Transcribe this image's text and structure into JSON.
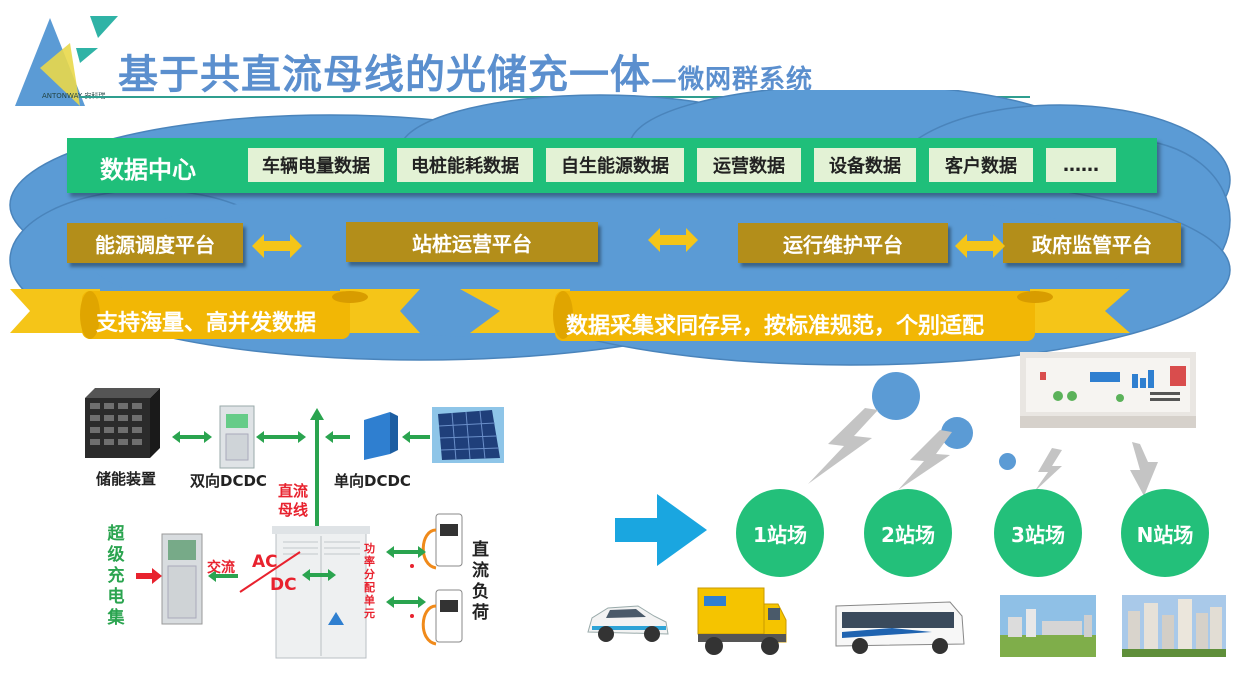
{
  "title": {
    "main": "基于共直流母线的光储充一体",
    "sub": "—微网群系统"
  },
  "logo": {
    "text": "ANTONWAY 安科瑞"
  },
  "data_center": {
    "label": "数据中心",
    "items": [
      "车辆电量数据",
      "电桩能耗数据",
      "自生能源数据",
      "运营数据",
      "设备数据",
      "客户数据",
      "……"
    ]
  },
  "platforms": [
    "能源调度平台",
    "站桩运营平台",
    "运行维护平台",
    "政府监管平台"
  ],
  "scrolls": [
    "支持海量、高并发数据",
    "数据采集求同存异，按标准规范，个别适配"
  ],
  "system": {
    "storage": "储能装置",
    "bi_dcdc": "双向DCDC",
    "uni_dcdc": "单向DCDC",
    "dc_bus": [
      "直流",
      "母线"
    ],
    "supercharger": [
      "超",
      "级",
      "充",
      "电",
      "集"
    ],
    "ac": "交流",
    "acdc_top": "AC",
    "acdc_bottom": "DC",
    "power_unit": [
      "功",
      "率",
      "分",
      "配",
      "单",
      "元"
    ],
    "dc_load": [
      "直",
      "流",
      "负",
      "荷"
    ]
  },
  "stations": [
    "1站场",
    "2站场",
    "3站场",
    "N站场"
  ],
  "colors": {
    "green": "#1fbf7a",
    "gold": "#b38e1a",
    "cloud": "#5b9bd5",
    "arrow": "#2aa44f",
    "red": "#e8222e"
  },
  "icons": [
    "logo-icon",
    "battery-rack-icon",
    "cabinet-icon",
    "inverter-icon",
    "solar-panel-icon",
    "charger-icon",
    "car-icon",
    "truck-icon",
    "bus-icon",
    "building-icon",
    "dashboard-screen-icon",
    "lightning-icon"
  ]
}
